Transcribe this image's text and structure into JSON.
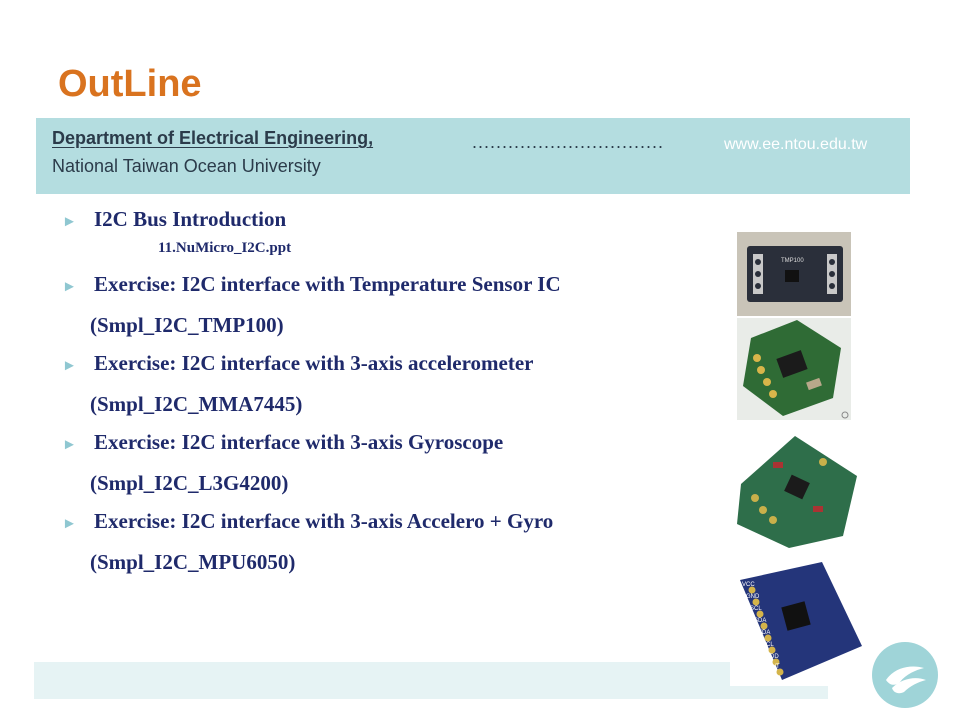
{
  "slide": {
    "title": "OutLine"
  },
  "header": {
    "department": "Department of Electrical Engineering,",
    "dots": "................................",
    "url": "www.ee.ntou.edu.tw",
    "university": "National Taiwan Ocean University"
  },
  "bullets": {
    "marker": "►",
    "items": [
      {
        "text": "I2C Bus Introduction",
        "sub": "11.NuMicro_I2C.ppt"
      },
      {
        "text": "Exercise: I2C interface with Temperature Sensor IC",
        "cont": "(Smpl_I2C_TMP100)"
      },
      {
        "text": "Exercise: I2C interface with 3-axis accelerometer",
        "cont": "(Smpl_I2C_MMA7445)"
      },
      {
        "text": "Exercise: I2C interface with 3-axis Gyroscope",
        "cont": "(Smpl_I2C_L3G4200)"
      },
      {
        "text": "Exercise: I2C interface with 3-axis Accelero + Gyro",
        "cont": "(Smpl_I2C_MPU6050)"
      }
    ]
  },
  "images": {
    "tmp100_label": "TMP100",
    "mpu_pins": [
      "VCC",
      "GND",
      "SCL",
      "SDA",
      "XDA",
      "XCL",
      "ADD",
      "INT"
    ]
  },
  "colors": {
    "title": "#d9731f",
    "header_band": "#b4dde0",
    "bullet_text": "#1f2a6b",
    "bullet_marker": "#8fc7d1"
  }
}
